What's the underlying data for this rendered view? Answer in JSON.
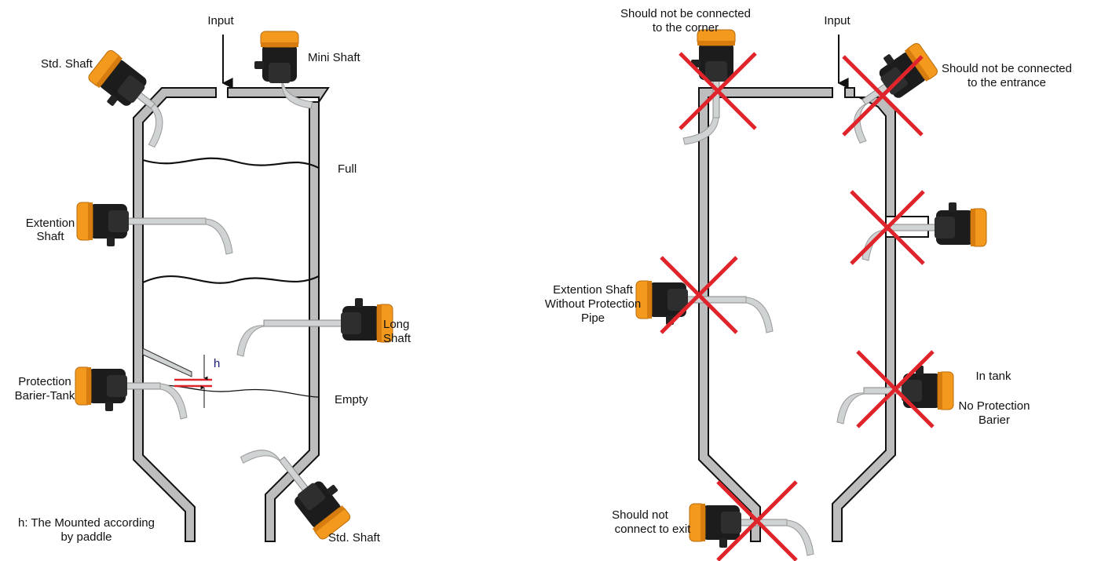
{
  "colors": {
    "wall_fill": "#bdbdbd",
    "wall_stroke": "#111111",
    "sensor_body": "#1c1c1c",
    "sensor_cap": "#f39a1e",
    "paddle": "#cfd3d3",
    "cross": "#e0242b",
    "level_line": "#111111",
    "h_marker": "#e0242b"
  },
  "left": {
    "input_label": "Input",
    "std_shaft_top": "Std. Shaft",
    "mini_shaft": "Mini Shaft",
    "full_label": "Full",
    "extension_shaft": [
      "Extention",
      "Shaft"
    ],
    "long_shaft": [
      "Long",
      "Shaft"
    ],
    "h_symbol": "h",
    "protection": [
      "Protection",
      "Barier-Tank"
    ],
    "empty_label": "Empty",
    "note": [
      "h: The Mounted according",
      "by paddle"
    ],
    "std_shaft_bottom": "Std. Shaft"
  },
  "right": {
    "corner_warning": [
      "Should not be connected",
      "to the corner"
    ],
    "input_label": "Input",
    "entrance_warning": [
      "Should not be connected",
      "to the entrance"
    ],
    "no_pipe_warning": [
      "Extention Shaft",
      "Without Protection",
      "Pipe"
    ],
    "in_tank": "In tank",
    "no_barrier": [
      "No Protection",
      "Barier"
    ],
    "exit_warning": [
      "Should not",
      "connect to exit"
    ]
  }
}
